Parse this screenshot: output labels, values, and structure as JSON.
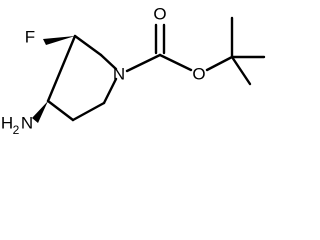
{
  "molecule": {
    "atoms": {
      "f_label": "F",
      "n_label": "N",
      "o_ester_label": "O",
      "o_carbonyl_label": "O",
      "amine_label": "H",
      "amine_sub": "2",
      "amine_n": "N"
    },
    "colors": {
      "bond": "#000000",
      "label": "#000000",
      "background": "#ffffff"
    }
  }
}
